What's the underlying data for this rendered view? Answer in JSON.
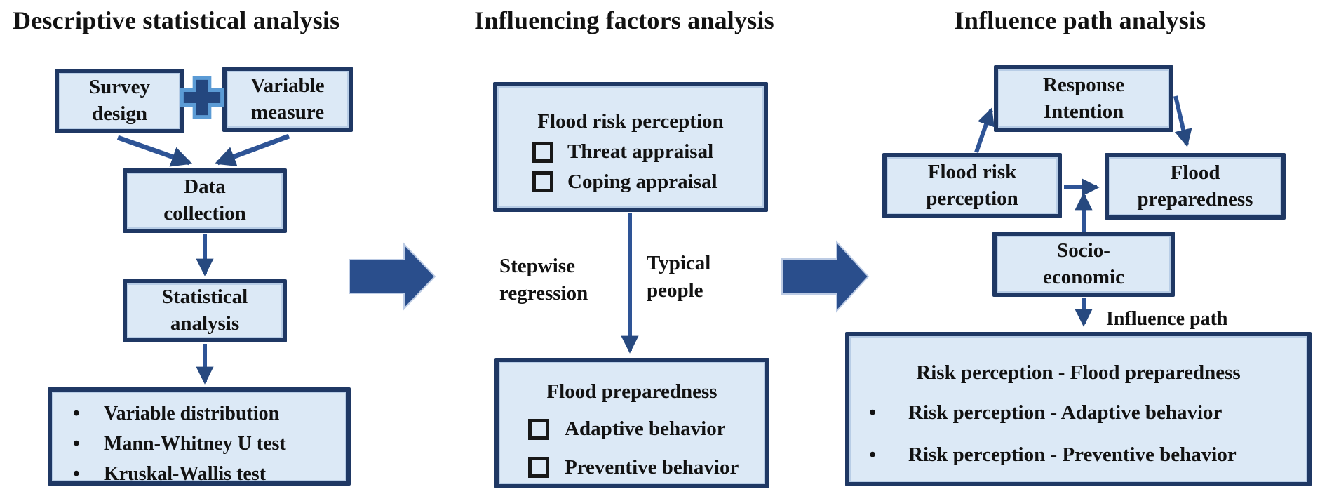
{
  "colors": {
    "box_border": "#1f3864",
    "box_fill": "#dce9f6",
    "arrow_stem": "#2e5496",
    "arrow_head": "#27497f",
    "big_arrow": "#2a4e8c",
    "plus_fill": "#24477f",
    "plus_outline": "#5b9bd5",
    "text": "#121212"
  },
  "col1": {
    "title": "Descriptive statistical analysis",
    "survey_design": "Survey design",
    "plus_icon": "+",
    "variable_measure": "Variable measure",
    "data_collection": "Data collection",
    "statistical_analysis": "Statistical analysis",
    "results": {
      "bullet": "•",
      "items": [
        "Variable distribution",
        "Mann-Whitney U test",
        "Kruskal-Wallis test"
      ]
    }
  },
  "col2": {
    "title": "Influencing factors analysis",
    "risk_box": {
      "heading": "Flood risk perception",
      "items": [
        "Threat appraisal",
        "Coping appraisal"
      ]
    },
    "method_label": "Stepwise regression",
    "sample_label": "Typical people",
    "prep_box": {
      "heading": "Flood preparedness",
      "items": [
        "Adaptive behavior",
        "Preventive behavior"
      ]
    }
  },
  "col3": {
    "title": "Influence path analysis",
    "response_intention": "Response Intention",
    "flood_risk_perception": "Flood risk perception",
    "flood_preparedness": "Flood preparedness",
    "socio_economic": "Socio-economic",
    "influence_path_label": "Influence path",
    "paths": {
      "bullet": "•",
      "line1": "Risk perception - Flood preparedness",
      "items": [
        "Risk perception - Adaptive behavior",
        "Risk perception - Preventive behavior"
      ]
    }
  }
}
